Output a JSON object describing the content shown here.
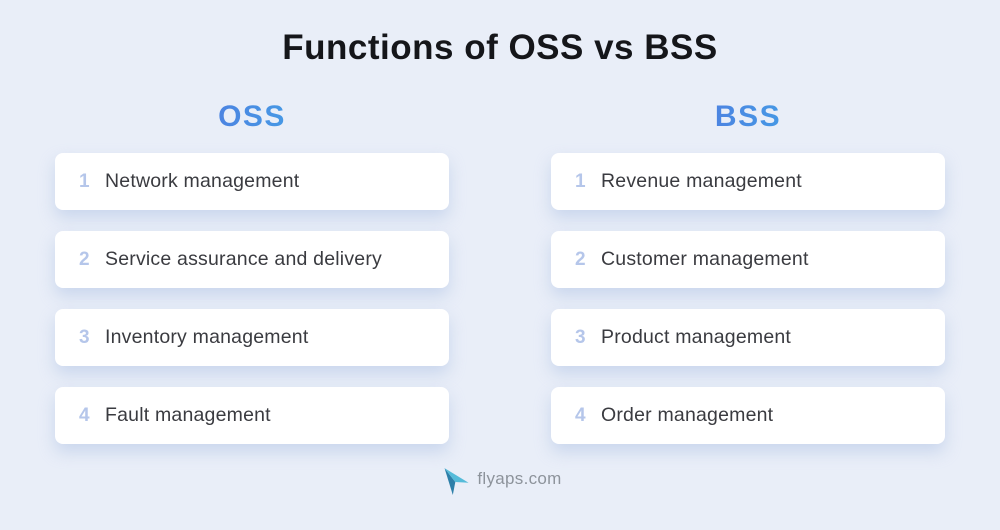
{
  "title": "Functions of OSS vs BSS",
  "columns": [
    {
      "header": "OSS",
      "items": [
        {
          "num": "1",
          "label": "Network management"
        },
        {
          "num": "2",
          "label": "Service assurance and delivery"
        },
        {
          "num": "3",
          "label": "Inventory management"
        },
        {
          "num": "4",
          "label": "Fault management"
        }
      ]
    },
    {
      "header": "BSS",
      "items": [
        {
          "num": "1",
          "label": "Revenue management"
        },
        {
          "num": "2",
          "label": "Customer management"
        },
        {
          "num": "3",
          "label": "Product management"
        },
        {
          "num": "4",
          "label": "Order management"
        }
      ]
    }
  ],
  "footer": {
    "brand": "flyaps.com",
    "logo_icon": "paper-plane-icon"
  },
  "colors": {
    "background": "#e9eef8",
    "card": "#ffffff",
    "title_text": "#15161a",
    "number_text": "#b5c6ea",
    "label_text": "#3a3b40",
    "header_gradient_start": "#5a54d8",
    "header_gradient_end": "#38c8ee",
    "logo_dark": "#2d7fa9",
    "logo_light": "#55bbd9",
    "footer_text": "#8d939b"
  }
}
